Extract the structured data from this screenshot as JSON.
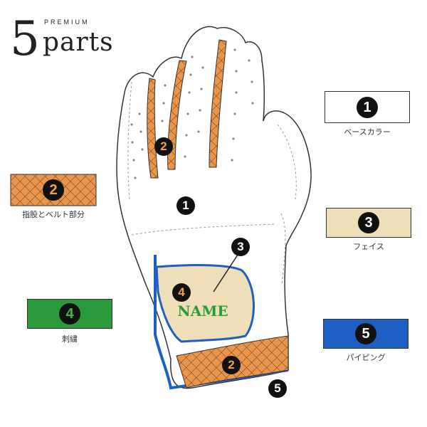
{
  "brand": {
    "number": "5",
    "premium": "PREMIUM",
    "parts": "parts"
  },
  "colors": {
    "base": "#ffffff",
    "crotch": "#e8964e",
    "face": "#eedfb8",
    "embroidery": "#2a9a3c",
    "piping": "#1e5fc4"
  },
  "legend": [
    {
      "num": "1",
      "label": "ベースカラー",
      "num_color": "#ffffff"
    },
    {
      "num": "2",
      "label": "指股とベルト部分",
      "num_color": "#f0a24a"
    },
    {
      "num": "3",
      "label": "フェイス",
      "num_color": "#ffffff"
    },
    {
      "num": "4",
      "label": "刺繍",
      "num_color": "#46b548"
    },
    {
      "num": "5",
      "label": "パイピング",
      "num_color": "#ffffff"
    }
  ],
  "glove": {
    "name_text": "NAME",
    "markers": [
      {
        "num": "1",
        "num_color": "#ffffff"
      },
      {
        "num": "2",
        "num_color": "#f0a24a"
      },
      {
        "num": "3",
        "num_color": "#ffffff"
      },
      {
        "num": "4",
        "num_color": "#f0a24a"
      },
      {
        "num": "2",
        "num_color": "#f0a24a"
      },
      {
        "num": "5",
        "num_color": "#ffffff"
      }
    ]
  }
}
